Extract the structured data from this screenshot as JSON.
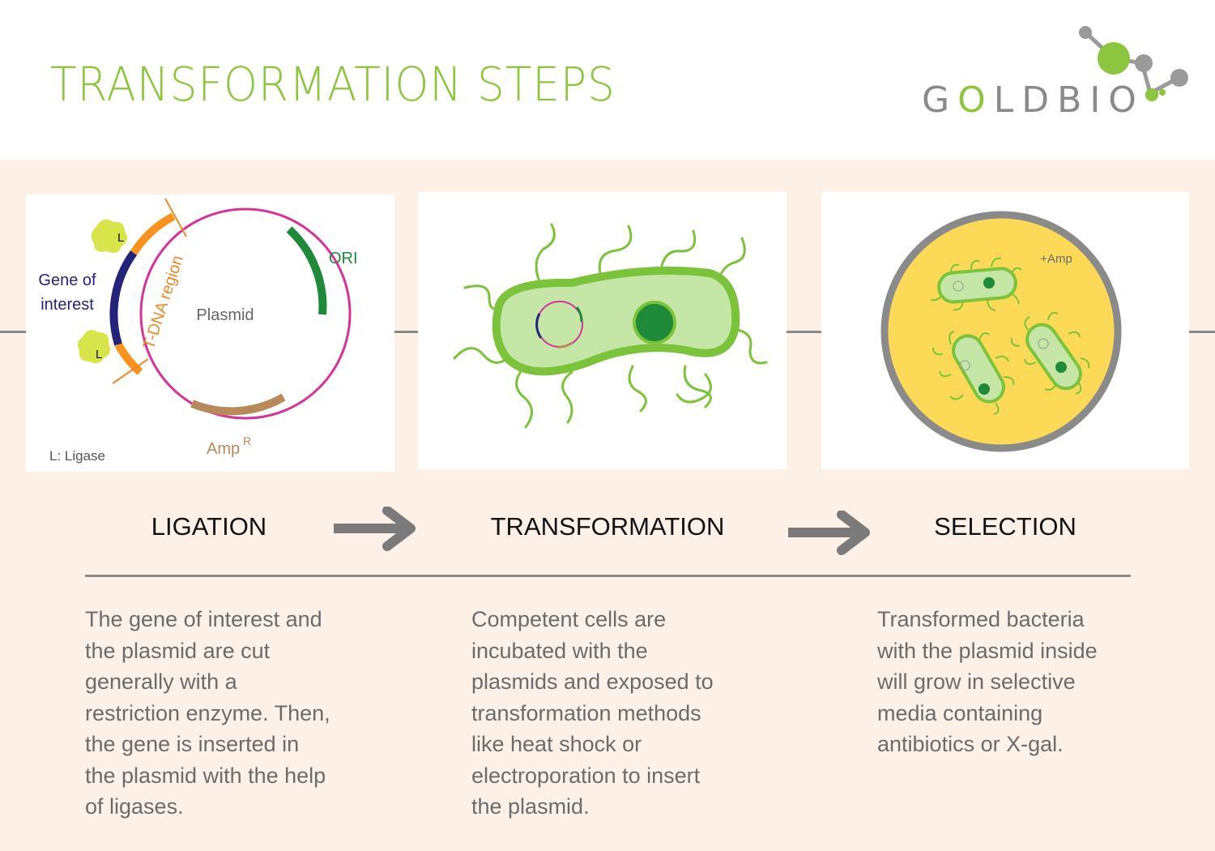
{
  "header": {
    "title": "TRANSFORMATION STEPS",
    "brand": "GOLDBIO",
    "brand_o": "O",
    "brand_rest": "LDBIO",
    "brand_g": "G"
  },
  "colors": {
    "accent_green": "#8cc63f",
    "peach": "#fdf0e6",
    "grey": "#8a8a8a",
    "dark_green": "#1e8a3a",
    "agar_yellow": "#fcd957"
  },
  "panel1": {
    "gene_of_interest": [
      "Gene of",
      "interest"
    ],
    "ligase_label": "L",
    "tdna_label": "T-DNA region",
    "plasmid_label": "Plasmid",
    "ori_label": "ORI",
    "amp_label": "Amp",
    "amp_sup": "R",
    "legend": "L: Ligase"
  },
  "panel3": {
    "amp_label": "+Amp"
  },
  "steps": [
    {
      "title": "LIGATION",
      "description": [
        "The gene of interest and",
        "the plasmid are cut",
        "generally with a",
        "restriction enzyme. Then,",
        "the gene is inserted in",
        "the plasmid with the help",
        "of ligases."
      ]
    },
    {
      "title": "TRANSFORMATION",
      "description": [
        "Competent cells are",
        "incubated with the",
        "plasmids and exposed to",
        "transformation methods",
        "like heat shock or",
        "electroporation to insert",
        "the plasmid."
      ]
    },
    {
      "title": "SELECTION",
      "description": [
        "Transformed bacteria",
        "with the plasmid inside",
        "will grow in selective",
        "media containing",
        "antibiotics or X-gal."
      ]
    }
  ]
}
